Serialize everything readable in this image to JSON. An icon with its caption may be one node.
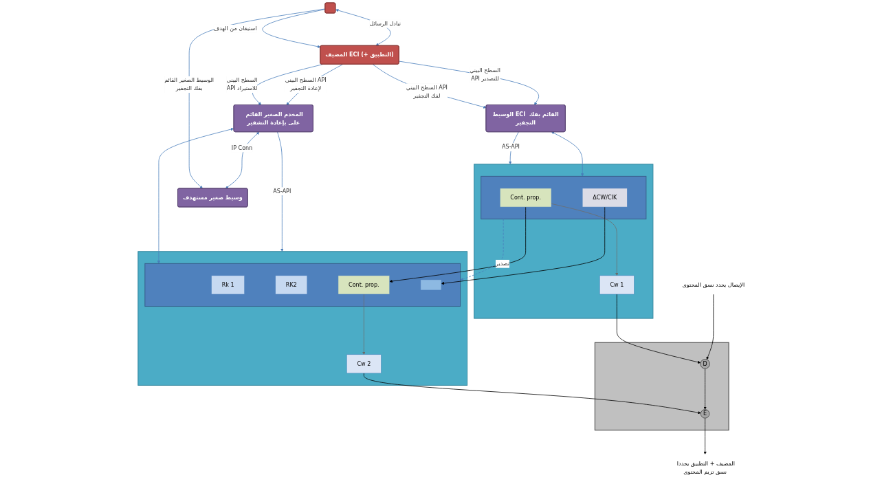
{
  "diagram": {
    "nodes": [
      {
        "text": [
          "المضيف ECI (+ التطبيق)"
        ]
      },
      {
        "text": [],
        "shape": "box"
      },
      {
        "text": [
          "الوسيط ECI القائم بفك التجفير"
        ]
      },
      {
        "text": [
          "المخدم الصغير القائم على بإعادة التشفير"
        ]
      },
      {
        "text": [
          "وسيط صغير مستهدف"
        ]
      },
      {
        "text": [],
        "shape": "box"
      },
      {
        "text": [
          "Cw 1"
        ],
        "in": 5
      },
      {
        "text": [],
        "shape": "box",
        "in": 5
      },
      {
        "text": [
          "Cont. prop."
        ],
        "in": 7
      },
      {
        "text": [
          "ΔCW/CIK"
        ],
        "in": 7
      },
      {
        "text": [],
        "shape": "box"
      },
      {
        "text": [],
        "shape": "box",
        "in": 10
      },
      {
        "text": [
          "Cont. prop."
        ],
        "in": 11
      },
      {
        "text": [],
        "shape": "box",
        "in": 11
      },
      {
        "text": [
          "Rk 1"
        ],
        "in": 11
      },
      {
        "text": [
          "RK2"
        ],
        "in": 11
      },
      {
        "text": [
          "Cw 2"
        ],
        "in": 10
      },
      {
        "text": [],
        "shape": "box"
      },
      {
        "text": [
          "D"
        ],
        "in": 17
      },
      {
        "text": [
          "E"
        ],
        "in": 17
      },
      {
        "text": [
          "الإيصال يحدد نسق المحتوى"
        ]
      },
      {
        "text": [
          "المضيف + التطبيق يحددا نسق تزيم المحتوى"
        ]
      }
    ],
    "edges": [
      {
        "from": 1,
        "to": 0,
        "arrow": "to",
        "label": "استيقان من الهدف"
      },
      {
        "from": 0,
        "to": 1,
        "arrow": "both",
        "label": "تبادل الرسائل"
      },
      {
        "from": 0,
        "to": 2,
        "arrow": "to",
        "label": "السطح البيني API لفك التجفير"
      },
      {
        "from": 0,
        "to": 2,
        "arrow": "to",
        "label": "السطح البيني API للتصدير"
      },
      {
        "from": 0,
        "to": 3,
        "arrow": "to",
        "label": "السطح البيني API للاستيراد"
      },
      {
        "from": 0,
        "to": 3,
        "arrow": "to",
        "label": "السطح البيني API لإعادة التجفير"
      },
      {
        "from": 1,
        "to": 4,
        "arrow": "to",
        "label": "الوسيط الصغير القائم بفك التجفير"
      },
      {
        "from": 3,
        "to": 4,
        "arrow": "both",
        "label": "IP Conn"
      },
      {
        "from": 2,
        "to": 5,
        "arrow": "to",
        "label": "AS-API"
      },
      {
        "from": 2,
        "to": 7,
        "arrow": "both"
      },
      {
        "from": 3,
        "to": 11,
        "arrow": "both"
      },
      {
        "from": 3,
        "to": 10,
        "arrow": "to",
        "label": "AS-API"
      },
      {
        "from": 8,
        "to": 6,
        "arrow": "to",
        "color": "#6d6d6d"
      },
      {
        "from": 8,
        "to": 12,
        "arrow": "to",
        "color": "#000000"
      },
      {
        "from": 7,
        "to": 11,
        "arrow": "to",
        "style": "dashed",
        "label": "تصدير"
      },
      {
        "from": 9,
        "to": 13,
        "arrow": "to",
        "color": "#000000"
      },
      {
        "from": 12,
        "to": 16,
        "arrow": "to",
        "color": "#6d6d6d"
      },
      {
        "from": 6,
        "to": 18,
        "arrow": "to",
        "color": "#000000"
      },
      {
        "from": 16,
        "to": 19,
        "arrow": "to",
        "color": "#000000"
      },
      {
        "from": 20,
        "to": 18,
        "arrow": "to",
        "color": "#000000"
      },
      {
        "from": 18,
        "to": 19,
        "arrow": "to",
        "color": "#000000"
      },
      {
        "from": 19,
        "to": 21,
        "arrow": "to",
        "color": "#000000"
      }
    ]
  }
}
